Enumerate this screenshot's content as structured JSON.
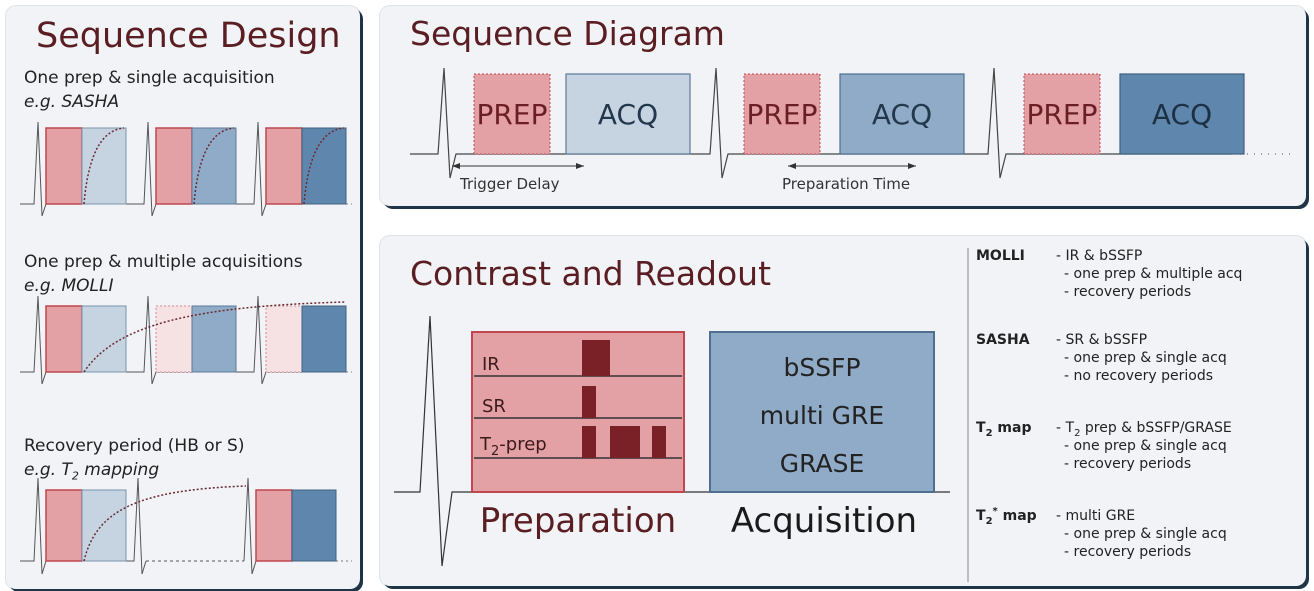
{
  "sequence_design": {
    "title": "Sequence Design",
    "examples": [
      {
        "line1": "One prep & single acquisition",
        "line2": "e.g. SASHA"
      },
      {
        "line1": "One prep & multiple acquisitions",
        "line2": "e.g. MOLLI"
      },
      {
        "line1": "Recovery period (HB or S)",
        "line2_prefix": "e.g. T",
        "line2_sub": "2",
        "line2_suffix": " mapping"
      }
    ]
  },
  "sequence_diagram": {
    "title": "Sequence Diagram",
    "prep_label": "PREP",
    "acq_label": "ACQ",
    "trigger_delay": "Trigger Delay",
    "preparation_time": "Preparation Time"
  },
  "contrast_readout": {
    "title": "Contrast and Readout",
    "prep_rows": [
      "IR",
      "SR",
      "T2-prep"
    ],
    "prep_row_t2_main": "T",
    "prep_row_t2_sub": "2",
    "prep_row_t2_rest": "-prep",
    "acq_lines": [
      "bSSFP",
      "multi GRE",
      "GRASE"
    ],
    "preparation_label": "Preparation",
    "acquisition_label": "Acquisition"
  },
  "sequences": [
    {
      "name": "MOLLI",
      "details": [
        "- IR & bSSFP",
        "- one prep & multiple acq",
        "- recovery periods"
      ]
    },
    {
      "name": "SASHA",
      "details": [
        "- SR & bSSFP",
        "- one prep & single acq",
        "- no recovery periods"
      ]
    },
    {
      "name_main": "T",
      "name_sub": "2",
      "name_rest": " map",
      "detail1_main": "- T",
      "detail1_sub": "2",
      "detail1_rest": " prep & bSSFP/GRASE",
      "details": [
        "- one prep & single acq",
        "- recovery periods"
      ]
    },
    {
      "name_main": "T",
      "name_sub": "2",
      "name_sup": "*",
      "name_rest": " map",
      "details": [
        "- multi GRE",
        "- one prep & single acq",
        "- recovery periods"
      ]
    }
  ],
  "colors": {
    "title": "#5a1e22",
    "prep_fill": "#e3a0a5",
    "prep_border": "#c0474f",
    "acq_light": "#c6d4e2",
    "acq_mid": "#8fabc7",
    "acq_dark": "#5f87ad",
    "pulse": "#7a2128"
  }
}
